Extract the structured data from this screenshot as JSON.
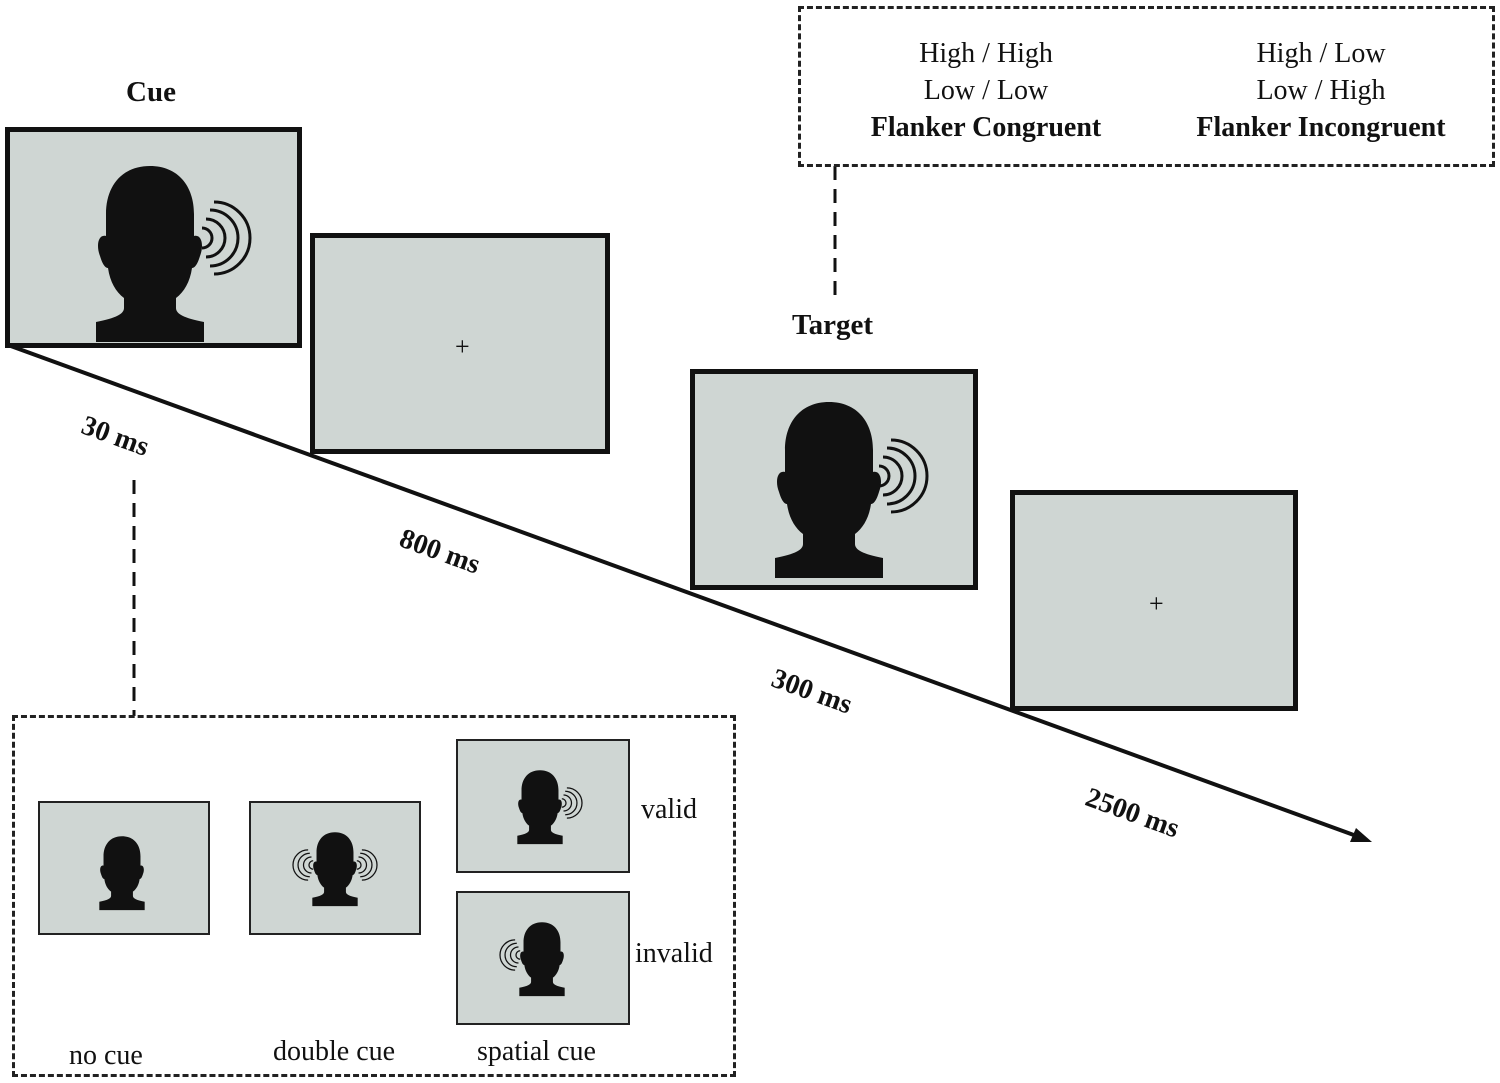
{
  "stages": {
    "cue": "Cue",
    "target": "Target"
  },
  "fixation_symbol": "+",
  "durations": [
    "30 ms",
    "800 ms",
    "300 ms",
    "2500 ms"
  ],
  "flanker": {
    "congruent": {
      "line1": "High / High",
      "line2": "Low / Low",
      "label": "Flanker Congruent"
    },
    "incongruent": {
      "line1": "High / Low",
      "line2": "Low / High",
      "label": "Flanker Incongruent"
    }
  },
  "cue_types": {
    "no_cue": "no cue",
    "double_cue": "double cue",
    "spatial_cue": "spatial cue",
    "valid": "valid",
    "invalid": "invalid"
  }
}
